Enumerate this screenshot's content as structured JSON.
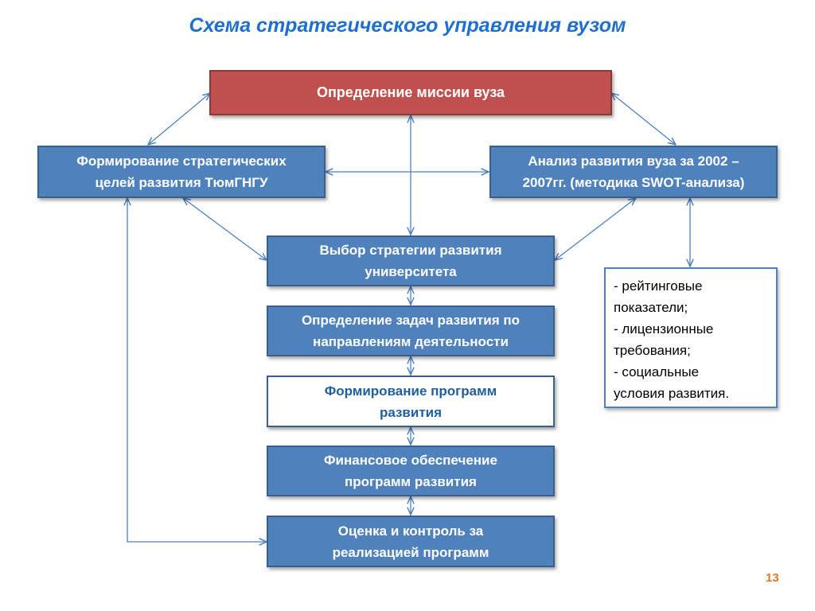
{
  "title": "Схема стратегического управления вузом",
  "page_number": "13",
  "boxes": {
    "mission": "Определение миссии вуза",
    "goals": [
      "Формирование стратегических",
      "целей развития ТюмГНГУ"
    ],
    "analysis": [
      "Анализ развития вуза за 2002 –",
      "2007гг. (методика SWOT-анализа)"
    ],
    "strategy": [
      "Выбор стратегии развития",
      "университета"
    ],
    "tasks": [
      "Определение задач развития по",
      "направлениям деятельности"
    ],
    "programs": [
      "Формирование программ",
      "развития"
    ],
    "finance": [
      "Финансовое обеспечение",
      "программ развития"
    ],
    "control": [
      "Оценка и контроль за",
      "реализацией программ"
    ]
  },
  "notes": [
    "- рейтинговые",
    "показатели;",
    "- лицензионные",
    "требования;",
    "- социальные",
    "условия развития."
  ],
  "colors": {
    "title": "#1f6fcf",
    "box_fill": "#4f81bd",
    "mission_fill": "#c0504d",
    "arrow": "#4f81bd",
    "page_number": "#e07a1f"
  }
}
